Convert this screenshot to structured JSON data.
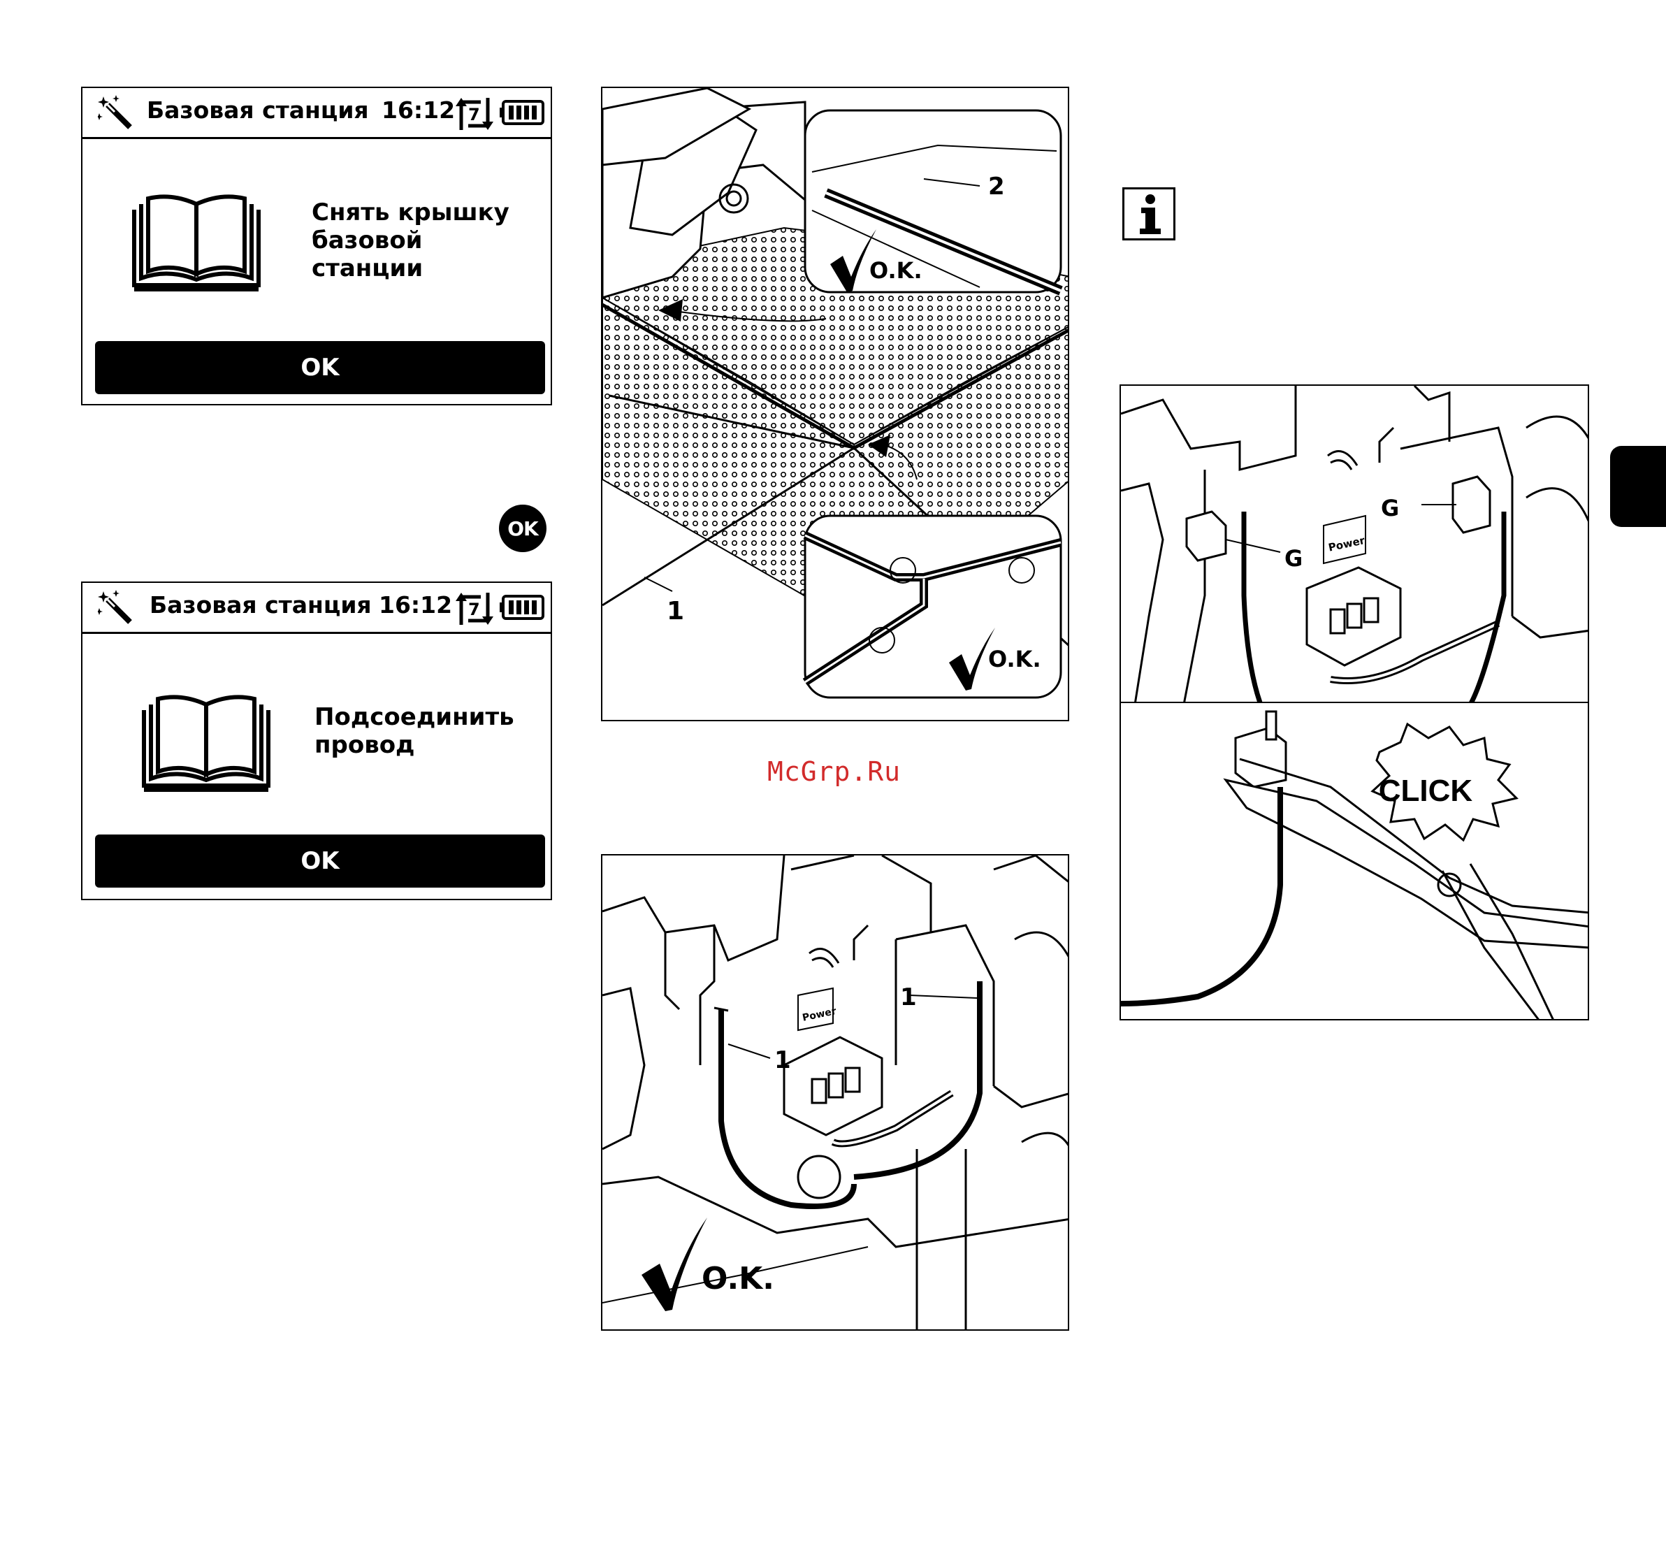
{
  "screens": [
    {
      "title": "Базовая станция",
      "time": "16:12",
      "rotate_badge": "7",
      "message": "Снять крышку\nбазовой\nстанции",
      "ok_label": "OK",
      "icons": [
        "wand-icon",
        "rotate-icon",
        "battery-icon",
        "book-icon"
      ]
    },
    {
      "title": "Базовая станция",
      "time": "16:12",
      "rotate_badge": "7",
      "message": "Подсоединить\nпровод",
      "ok_label": "OK",
      "icons": [
        "wand-icon",
        "rotate-icon",
        "battery-icon",
        "book-icon"
      ]
    }
  ],
  "ok_circle_label": "OK",
  "watermark": "McGrp.Ru",
  "figure_cover": {
    "callout_1": "1",
    "callout_2": "2",
    "ok_top": "O.K.",
    "ok_bottom": "O.K."
  },
  "figure_wires": {
    "callout_left": "1",
    "callout_right": "1",
    "ok": "O.K.",
    "power": "Power"
  },
  "figure_clips": {
    "label_left": "G",
    "label_right": "G",
    "power": "Power"
  },
  "figure_click": {
    "click": "CLICK"
  },
  "info_icon": "info-icon"
}
